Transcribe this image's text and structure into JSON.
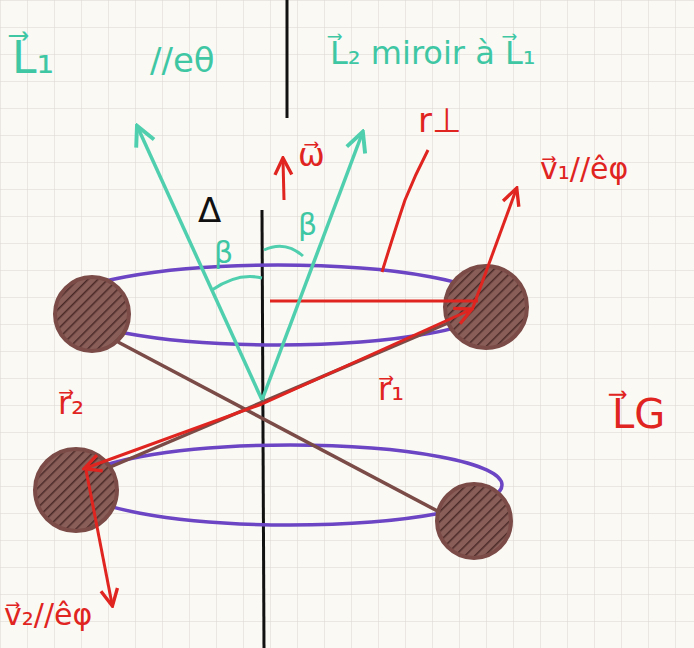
{
  "diagram": {
    "labels": [
      "L⃗₁",
      "//eθ",
      "L⃗₂ miroir à L⃗₁",
      "ω⃗",
      "Δ",
      "β",
      "β",
      "r⊥",
      "v⃗₁//êφ",
      "r⃗₁",
      "r⃗₂",
      "L⃗G",
      "v⃗₂//êφ"
    ]
  }
}
